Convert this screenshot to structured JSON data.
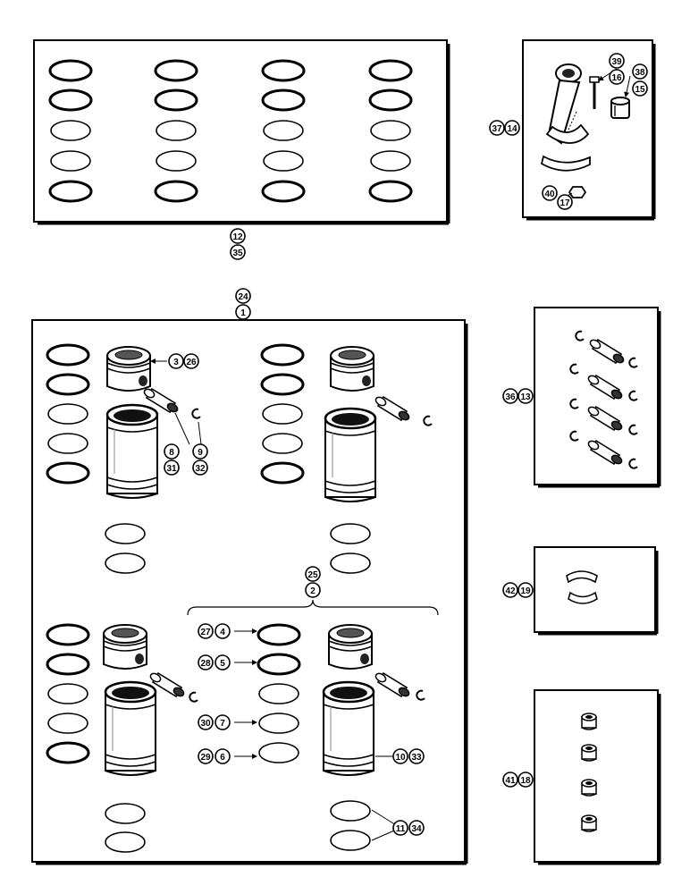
{
  "callouts": {
    "rings_kit": [
      "12",
      "35"
    ],
    "rod": {
      "rod_assembly": [
        "37",
        "14"
      ],
      "bolt": [
        "39",
        "16"
      ],
      "bushing": [
        "38",
        "15"
      ],
      "nut": [
        "40",
        "17"
      ]
    },
    "sleeve_kit": [
      "24",
      "1"
    ],
    "piston": [
      "3",
      "26"
    ],
    "pin": [
      "8",
      "31"
    ],
    "retainer": [
      "9",
      "32"
    ],
    "ring_set": [
      "25",
      "2"
    ],
    "ring_top": [
      "27",
      "4"
    ],
    "ring_second": [
      "28",
      "5"
    ],
    "ring_third": [
      "30",
      "7"
    ],
    "ring_oil": [
      "29",
      "6"
    ],
    "sleeve": [
      "10",
      "33"
    ],
    "seal_rings": [
      "11",
      "34"
    ],
    "pin_kit": [
      "36",
      "13"
    ],
    "bearing": [
      "42",
      "19"
    ],
    "bushings": [
      "41",
      "18"
    ]
  }
}
